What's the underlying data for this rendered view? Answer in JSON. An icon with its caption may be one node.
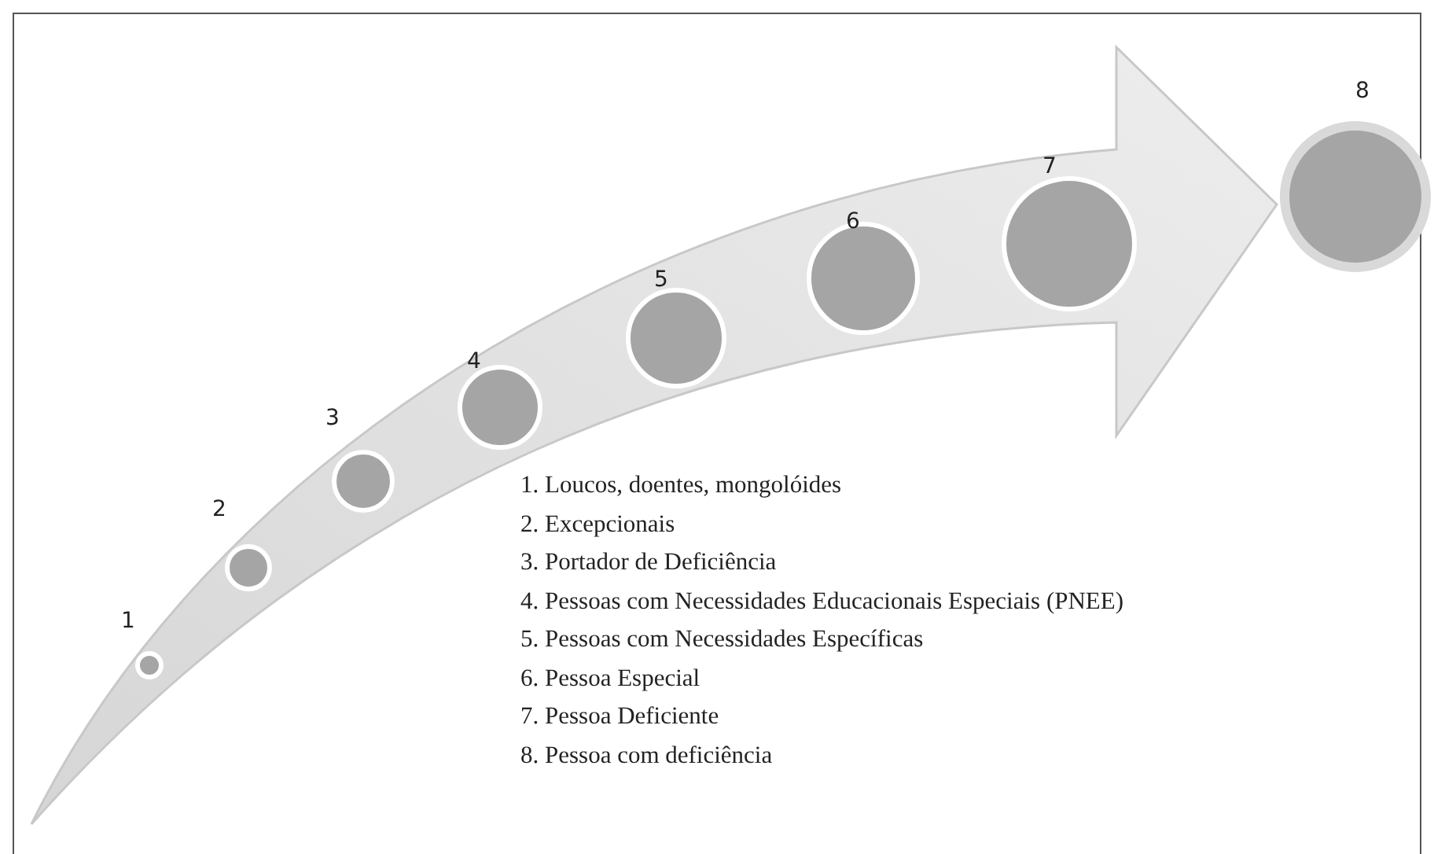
{
  "diagram": {
    "nodes": [
      {
        "text": [],
        "shape": "circle",
        "beside": [
          "1"
        ]
      },
      {
        "text": [],
        "shape": "circle",
        "beside": [
          "2"
        ]
      },
      {
        "text": [],
        "shape": "circle",
        "beside": [
          "3"
        ]
      },
      {
        "text": [],
        "shape": "circle",
        "beside": [
          "4"
        ]
      },
      {
        "text": [],
        "shape": "circle",
        "beside": [
          "5"
        ]
      },
      {
        "text": [],
        "shape": "circle",
        "beside": [
          "6"
        ]
      },
      {
        "text": [],
        "shape": "circle",
        "beside": [
          "7"
        ]
      },
      {
        "text": [],
        "shape": "circle",
        "beside": [
          "8"
        ]
      }
    ],
    "edges": [],
    "labels": [
      "1. Loucos, doentes, mongolóides",
      "2. Excepcionais",
      "3. Portador de Deficiência",
      "4. Pessoas com Necessidades Educacionais Especiais (PNEE)",
      "5. Pessoas com Necessidades Específicas",
      "6. Pessoa Especial",
      "7. Pessoa Deficiente",
      "8. Pessoa com deficiência"
    ]
  }
}
